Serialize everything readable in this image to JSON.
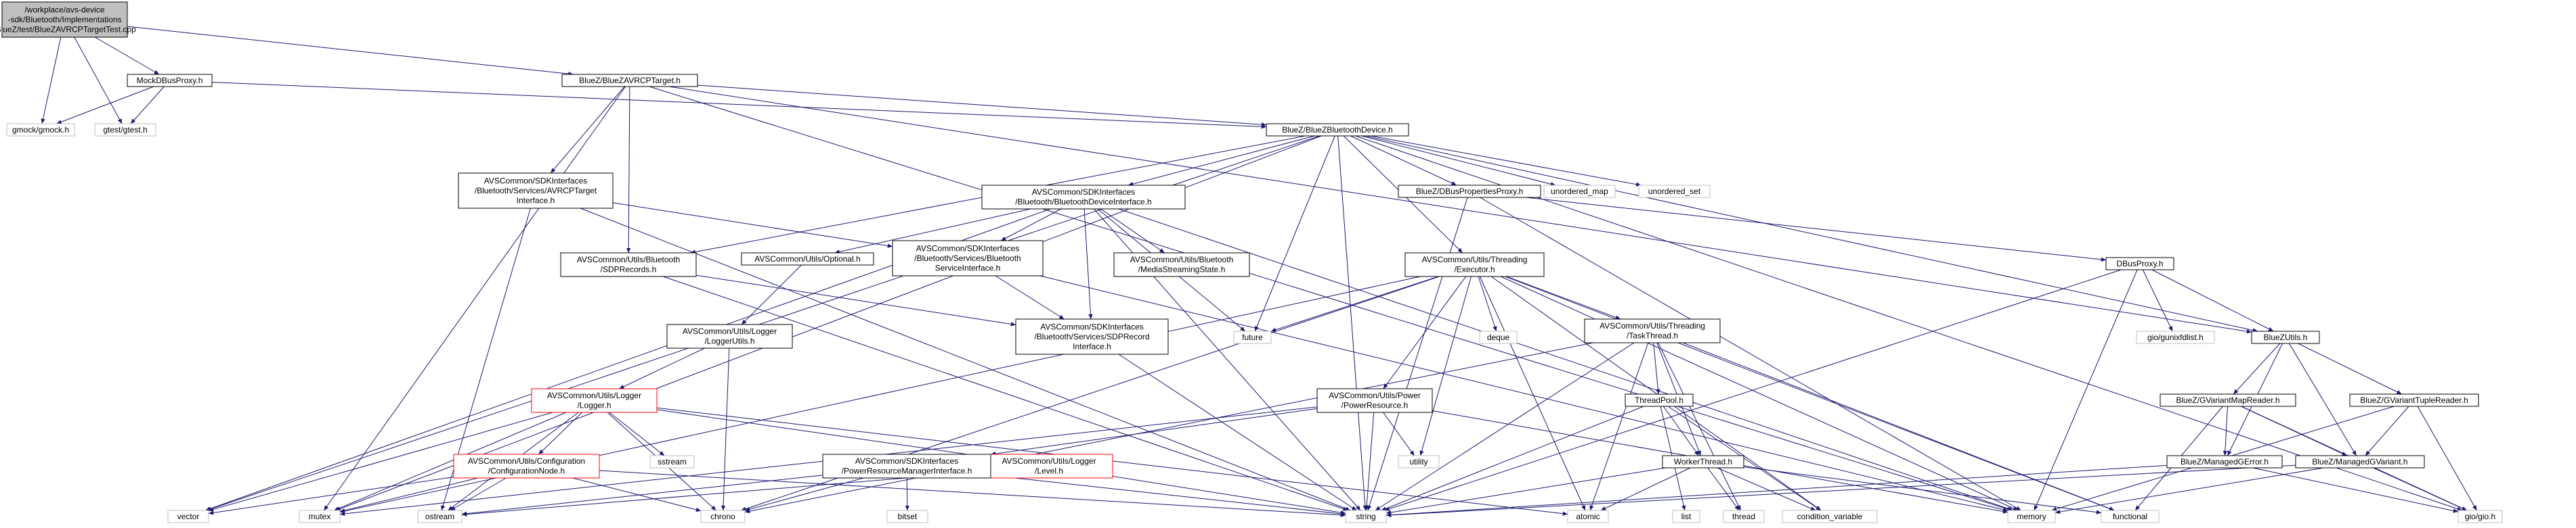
{
  "nodes": [
    {
      "id": "root",
      "lines": [
        "/workplace/avs-device",
        "-sdk/Bluetooth/Implementations",
        "/BlueZ/test/BlueZAVRCPTargetTest.cpp"
      ],
      "style": "root"
    },
    {
      "id": "gmock",
      "lines": [
        "gmock/gmock.h"
      ],
      "style": "lib"
    },
    {
      "id": "gtest",
      "lines": [
        "gtest/gtest.h"
      ],
      "style": "lib"
    },
    {
      "id": "mockdbus",
      "lines": [
        "MockDBusProxy.h"
      ],
      "style": "header"
    },
    {
      "id": "avrcptarget",
      "lines": [
        "BlueZ/BlueZAVRCPTarget.h"
      ],
      "style": "header"
    },
    {
      "id": "bluezdevice",
      "lines": [
        "BlueZ/BlueZBluetoothDevice.h"
      ],
      "style": "header"
    },
    {
      "id": "sdkavrcp",
      "lines": [
        "AVSCommon/SDKInterfaces",
        "/Bluetooth/Services/AVRCPTarget",
        "Interface.h"
      ],
      "style": "header"
    },
    {
      "id": "sdkbtdev",
      "lines": [
        "AVSCommon/SDKInterfaces",
        "/Bluetooth/BluetoothDeviceInterface.h"
      ],
      "style": "header"
    },
    {
      "id": "dbusprops",
      "lines": [
        "BlueZ/DBusPropertiesProxy.h"
      ],
      "style": "header"
    },
    {
      "id": "unordered_map",
      "lines": [
        "unordered_map"
      ],
      "style": "lib"
    },
    {
      "id": "unordered_set",
      "lines": [
        "unordered_set"
      ],
      "style": "lib"
    },
    {
      "id": "sdprecords",
      "lines": [
        "AVSCommon/Utils/Bluetooth",
        "/SDPRecords.h"
      ],
      "style": "header"
    },
    {
      "id": "optional",
      "lines": [
        "AVSCommon/Utils/Optional.h"
      ],
      "style": "header"
    },
    {
      "id": "btservice",
      "lines": [
        "AVSCommon/SDKInterfaces",
        "/Bluetooth/Services/Bluetooth",
        "ServiceInterface.h"
      ],
      "style": "header"
    },
    {
      "id": "mediastate",
      "lines": [
        "AVSCommon/Utils/Bluetooth",
        "/MediaStreamingState.h"
      ],
      "style": "header"
    },
    {
      "id": "executor",
      "lines": [
        "AVSCommon/Utils/Threading",
        "/Executor.h"
      ],
      "style": "header"
    },
    {
      "id": "dbusproxy",
      "lines": [
        "DBusProxy.h"
      ],
      "style": "header"
    },
    {
      "id": "loggerutils",
      "lines": [
        "AVSCommon/Utils/Logger",
        "/LoggerUtils.h"
      ],
      "style": "header"
    },
    {
      "id": "sdprecord",
      "lines": [
        "AVSCommon/SDKInterfaces",
        "/Bluetooth/Services/SDPRecord",
        "Interface.h"
      ],
      "style": "header"
    },
    {
      "id": "future",
      "lines": [
        "future"
      ],
      "style": "lib"
    },
    {
      "id": "deque",
      "lines": [
        "deque"
      ],
      "style": "lib"
    },
    {
      "id": "taskthread",
      "lines": [
        "AVSCommon/Utils/Threading",
        "/TaskThread.h"
      ],
      "style": "header"
    },
    {
      "id": "giounix",
      "lines": [
        "gio/gunixfdlist.h"
      ],
      "style": "lib"
    },
    {
      "id": "bluezutils",
      "lines": [
        "BlueZUtils.h"
      ],
      "style": "header"
    },
    {
      "id": "logger",
      "lines": [
        "AVSCommon/Utils/Logger",
        "/Logger.h"
      ],
      "style": "red"
    },
    {
      "id": "powerres",
      "lines": [
        "AVSCommon/Utils/Power",
        "/PowerResource.h"
      ],
      "style": "header"
    },
    {
      "id": "threadpool",
      "lines": [
        "ThreadPool.h"
      ],
      "style": "header"
    },
    {
      "id": "gvariantmap",
      "lines": [
        "BlueZ/GVariantMapReader.h"
      ],
      "style": "header"
    },
    {
      "id": "gvarianttuple",
      "lines": [
        "BlueZ/GVariantTupleReader.h"
      ],
      "style": "header"
    },
    {
      "id": "sstream",
      "lines": [
        "sstream"
      ],
      "style": "lib"
    },
    {
      "id": "utility",
      "lines": [
        "utility"
      ],
      "style": "lib"
    },
    {
      "id": "workerthread",
      "lines": [
        "WorkerThread.h"
      ],
      "style": "header"
    },
    {
      "id": "confignode",
      "lines": [
        "AVSCommon/Utils/Configuration",
        "/ConfigurationNode.h"
      ],
      "style": "red"
    },
    {
      "id": "level",
      "lines": [
        "AVSCommon/Utils/Logger",
        "/Level.h"
      ],
      "style": "red"
    },
    {
      "id": "powermgr",
      "lines": [
        "AVSCommon/SDKInterfaces",
        "/PowerResourceManagerInterface.h"
      ],
      "style": "header"
    },
    {
      "id": "managedgerror",
      "lines": [
        "BlueZ/ManagedGError.h"
      ],
      "style": "header"
    },
    {
      "id": "managedgvariant",
      "lines": [
        "BlueZ/ManagedGVariant.h"
      ],
      "style": "header"
    },
    {
      "id": "vector",
      "lines": [
        "vector"
      ],
      "style": "lib"
    },
    {
      "id": "mutex",
      "lines": [
        "mutex"
      ],
      "style": "lib"
    },
    {
      "id": "ostream",
      "lines": [
        "ostream"
      ],
      "style": "lib"
    },
    {
      "id": "chrono",
      "lines": [
        "chrono"
      ],
      "style": "lib"
    },
    {
      "id": "bitset",
      "lines": [
        "bitset"
      ],
      "style": "lib"
    },
    {
      "id": "string",
      "lines": [
        "string"
      ],
      "style": "lib"
    },
    {
      "id": "atomic",
      "lines": [
        "atomic"
      ],
      "style": "lib"
    },
    {
      "id": "list",
      "lines": [
        "list"
      ],
      "style": "lib"
    },
    {
      "id": "thread",
      "lines": [
        "thread"
      ],
      "style": "lib"
    },
    {
      "id": "condvar",
      "lines": [
        "condition_variable"
      ],
      "style": "lib"
    },
    {
      "id": "memory",
      "lines": [
        "memory"
      ],
      "style": "lib"
    },
    {
      "id": "functional",
      "lines": [
        "functional"
      ],
      "style": "lib"
    },
    {
      "id": "gio",
      "lines": [
        "gio/gio.h"
      ],
      "style": "lib"
    }
  ],
  "edges": [
    [
      "root",
      "gmock"
    ],
    [
      "root",
      "gtest"
    ],
    [
      "root",
      "mockdbus"
    ],
    [
      "root",
      "avrcptarget"
    ],
    [
      "mockdbus",
      "gmock"
    ],
    [
      "mockdbus",
      "gtest"
    ],
    [
      "mockdbus",
      "bluezdevice"
    ],
    [
      "avrcptarget",
      "bluezdevice"
    ],
    [
      "avrcptarget",
      "sdkavrcp"
    ],
    [
      "avrcptarget",
      "sdprecords"
    ],
    [
      "avrcptarget",
      "bluezutils"
    ],
    [
      "avrcptarget",
      "mutex"
    ],
    [
      "avrcptarget",
      "memory"
    ],
    [
      "bluezdevice",
      "sdkbtdev"
    ],
    [
      "bluezdevice",
      "dbusprops"
    ],
    [
      "bluezdevice",
      "unordered_map"
    ],
    [
      "bluezdevice",
      "unordered_set"
    ],
    [
      "bluezdevice",
      "executor"
    ],
    [
      "bluezdevice",
      "bluezutils"
    ],
    [
      "bluezdevice",
      "future"
    ],
    [
      "bluezdevice",
      "string"
    ],
    [
      "bluezdevice",
      "gio"
    ],
    [
      "bluezdevice",
      "vector"
    ],
    [
      "bluezdevice",
      "mutex"
    ],
    [
      "bluezdevice",
      "sdprecords"
    ],
    [
      "sdkavrcp",
      "btservice"
    ],
    [
      "sdkavrcp",
      "ostream"
    ],
    [
      "sdkavrcp",
      "string"
    ],
    [
      "sdkbtdev",
      "optional"
    ],
    [
      "sdkbtdev",
      "btservice"
    ],
    [
      "sdkbtdev",
      "mediastate"
    ],
    [
      "sdkbtdev",
      "sdprecord"
    ],
    [
      "sdkbtdev",
      "future"
    ],
    [
      "sdkbtdev",
      "memory"
    ],
    [
      "sdkbtdev",
      "string"
    ],
    [
      "sdkbtdev",
      "vector"
    ],
    [
      "dbusprops",
      "dbusproxy"
    ],
    [
      "dbusprops",
      "string"
    ],
    [
      "dbusprops",
      "memory"
    ],
    [
      "sdprecords",
      "sdprecord"
    ],
    [
      "sdprecords",
      "string"
    ],
    [
      "optional",
      "loggerutils"
    ],
    [
      "btservice",
      "sdprecord"
    ],
    [
      "btservice",
      "memory"
    ],
    [
      "executor",
      "future"
    ],
    [
      "executor",
      "deque"
    ],
    [
      "executor",
      "taskthread"
    ],
    [
      "executor",
      "powerres"
    ],
    [
      "executor",
      "atomic"
    ],
    [
      "executor",
      "condvar"
    ],
    [
      "executor",
      "memory"
    ],
    [
      "executor",
      "functional"
    ],
    [
      "executor",
      "chrono"
    ],
    [
      "executor",
      "utility"
    ],
    [
      "executor",
      "mutex"
    ],
    [
      "dbusproxy",
      "giounix"
    ],
    [
      "dbusproxy",
      "bluezutils"
    ],
    [
      "dbusproxy",
      "memory"
    ],
    [
      "dbusproxy",
      "string"
    ],
    [
      "loggerutils",
      "logger"
    ],
    [
      "loggerutils",
      "chrono"
    ],
    [
      "sdprecord",
      "string"
    ],
    [
      "taskthread",
      "threadpool"
    ],
    [
      "taskthread",
      "workerthread"
    ],
    [
      "taskthread",
      "atomic"
    ],
    [
      "taskthread",
      "string"
    ],
    [
      "taskthread",
      "thread"
    ],
    [
      "taskthread",
      "functional"
    ],
    [
      "taskthread",
      "chrono"
    ],
    [
      "bluezutils",
      "gvariantmap"
    ],
    [
      "bluezutils",
      "gvarianttuple"
    ],
    [
      "bluezutils",
      "managedgerror"
    ],
    [
      "bluezutils",
      "managedgvariant"
    ],
    [
      "logger",
      "confignode"
    ],
    [
      "logger",
      "level"
    ],
    [
      "logger",
      "sstream"
    ],
    [
      "logger",
      "vector"
    ],
    [
      "logger",
      "mutex"
    ],
    [
      "logger",
      "ostream"
    ],
    [
      "logger",
      "atomic"
    ],
    [
      "logger",
      "chrono"
    ],
    [
      "powerres",
      "powermgr"
    ],
    [
      "powerres",
      "utility"
    ],
    [
      "powerres",
      "string"
    ],
    [
      "powerres",
      "memory"
    ],
    [
      "powerres",
      "mutex"
    ],
    [
      "threadpool",
      "workerthread"
    ],
    [
      "threadpool",
      "list"
    ],
    [
      "threadpool",
      "condvar"
    ],
    [
      "threadpool",
      "string"
    ],
    [
      "gvariantmap",
      "managedgerror"
    ],
    [
      "gvariantmap",
      "managedgvariant"
    ],
    [
      "gvariantmap",
      "gio"
    ],
    [
      "gvariantmap",
      "functional"
    ],
    [
      "gvarianttuple",
      "managedgvariant"
    ],
    [
      "gvarianttuple",
      "gio"
    ],
    [
      "gvarianttuple",
      "memory"
    ],
    [
      "workerthread",
      "atomic"
    ],
    [
      "workerthread",
      "condvar"
    ],
    [
      "workerthread",
      "thread"
    ],
    [
      "workerthread",
      "string"
    ],
    [
      "workerthread",
      "functional"
    ],
    [
      "confignode",
      "chrono"
    ],
    [
      "confignode",
      "mutex"
    ],
    [
      "confignode",
      "ostream"
    ],
    [
      "confignode",
      "string"
    ],
    [
      "confignode",
      "vector"
    ],
    [
      "level",
      "ostream"
    ],
    [
      "level",
      "string"
    ],
    [
      "powermgr",
      "chrono"
    ],
    [
      "powermgr",
      "bitset"
    ],
    [
      "powermgr",
      "string"
    ],
    [
      "powermgr",
      "ostream"
    ],
    [
      "managedgerror",
      "gio"
    ],
    [
      "managedgerror",
      "string"
    ],
    [
      "managedgvariant",
      "gio"
    ],
    [
      "managedgvariant",
      "string"
    ],
    [
      "managedgvariant",
      "memory"
    ]
  ],
  "colors": {
    "root_fill": "#bfbfbf",
    "node_stroke": "#000000",
    "red_stroke": "#ff0000",
    "lib_stroke": "#bfbfbf",
    "edge": "#191970"
  }
}
